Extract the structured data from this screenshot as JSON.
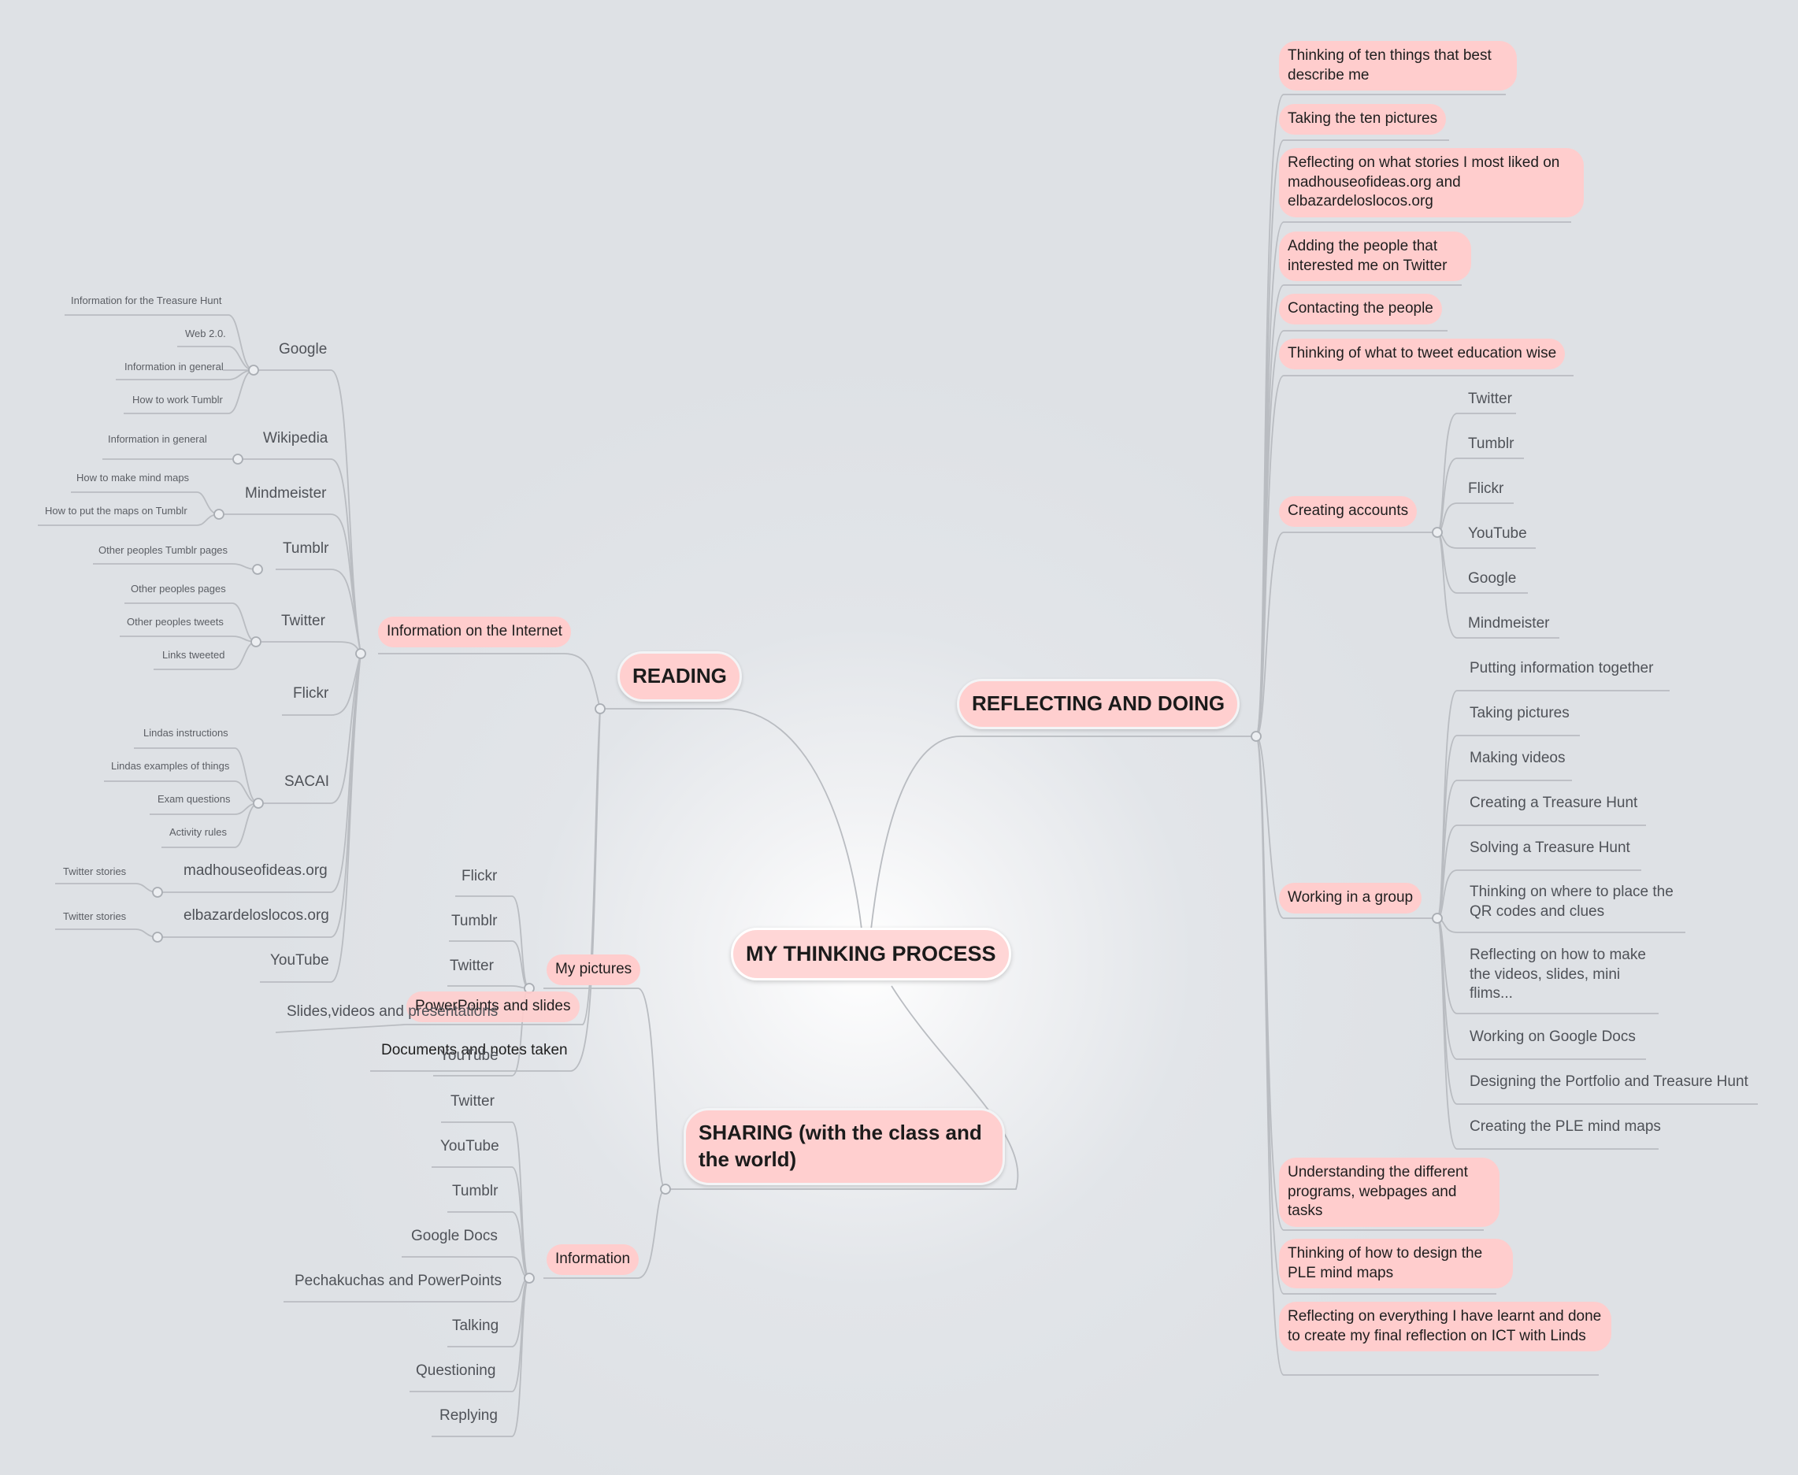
{
  "central": "MY THINKING PROCESS",
  "reading": {
    "title": "READING",
    "internet": {
      "label": "Information on the Internet",
      "google": {
        "label": "Google",
        "items": [
          "Information for the Treasure Hunt",
          "Web 2.0.",
          "Information in general",
          "How to work Tumblr"
        ]
      },
      "wikipedia": {
        "label": "Wikipedia",
        "items": [
          "Information in general"
        ]
      },
      "mindmeister": {
        "label": "Mindmeister",
        "items": [
          "How to make mind maps",
          "How to put the maps on Tumblr"
        ]
      },
      "tumblr": {
        "label": "Tumblr",
        "items": [
          "Other peoples Tumblr pages"
        ]
      },
      "twitter": {
        "label": "Twitter",
        "items": [
          "Other peoples pages",
          "Other peoples tweets",
          "Links tweeted"
        ]
      },
      "flickr": {
        "label": "Flickr"
      },
      "sacai": {
        "label": "SACAI",
        "items": [
          "Lindas instructions",
          "Lindas examples of things",
          "Exam questions",
          "Activity rules"
        ]
      },
      "madhouse": {
        "label": "madhouseofideas.org",
        "items": [
          "Twitter stories"
        ]
      },
      "elbazar": {
        "label": "elbazardeloslocos.org",
        "items": [
          "Twitter stories"
        ]
      },
      "youtube": {
        "label": "YouTube"
      }
    },
    "powerpoints": {
      "label": "PowerPoints and slides",
      "items": [
        "Slides,videos and presentations"
      ]
    },
    "documents": {
      "label": "Documents and notes taken"
    }
  },
  "sharing": {
    "title": "SHARING (with the class and the world)",
    "pictures": {
      "label": "My pictures",
      "items": [
        "Flickr",
        "Tumblr",
        "Twitter",
        "YouTube"
      ]
    },
    "information": {
      "label": "Information",
      "items": [
        "Twitter",
        "YouTube",
        "Tumblr",
        "Google Docs",
        "Pechakuchas and PowerPoints",
        "Talking",
        "Questioning",
        "Replying"
      ]
    }
  },
  "reflecting": {
    "title": "REFLECTING AND DOING",
    "items_top": [
      "Thinking of ten things that best describe me",
      "Taking the ten pictures",
      "Reflecting on what stories I most liked on madhouseofideas.org and elbazardeloslocos.org",
      "Adding the people that interested me on Twitter",
      "Contacting the people",
      "Thinking of what to tweet education wise"
    ],
    "accounts": {
      "label": "Creating accounts",
      "items": [
        "Twitter",
        "Tumblr",
        "Flickr",
        "YouTube",
        "Google",
        "Mindmeister"
      ]
    },
    "group": {
      "label": "Working in a group",
      "items": [
        "Putting information together",
        "Taking pictures",
        "Making videos",
        "Creating a Treasure Hunt",
        "Solving a Treasure Hunt",
        "Thinking on where to place the QR codes and clues",
        "Reflecting on how to make the videos, slides, mini flims...",
        "Working on Google Docs",
        "Designing the Portfolio and Treasure Hunt",
        "Creating the PLE mind maps"
      ]
    },
    "items_bottom": [
      "Understanding the different programs, webpages and tasks",
      "Thinking of how to design the PLE mind maps",
      "Reflecting on everything I have learnt and done to create my final reflection on ICT with Linds"
    ]
  }
}
